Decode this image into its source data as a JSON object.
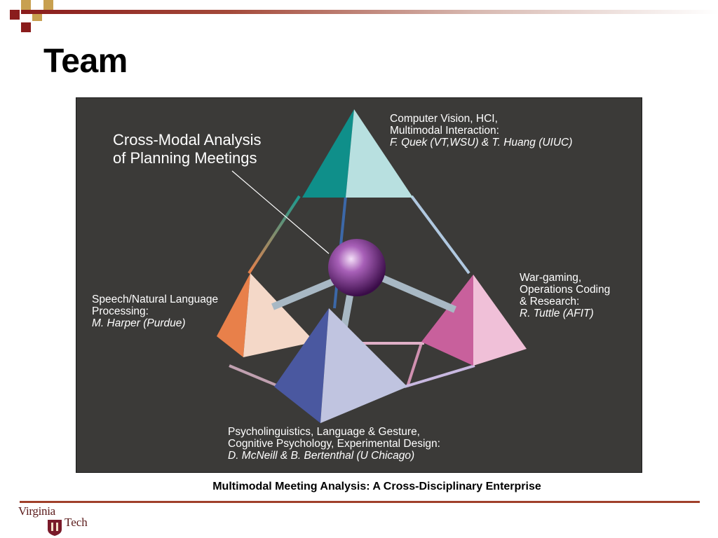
{
  "slide": {
    "title": "Team",
    "caption": "Multimodal Meeting Analysis: A Cross-Disciplinary Enterprise"
  },
  "diagram": {
    "center_label_line1": "Cross-Modal Analysis",
    "center_label_line2": "of Planning Meetings",
    "top": {
      "line1": "Computer Vision, HCI,",
      "line2": "Multimodal Interaction:",
      "people": "F. Quek (VT,WSU) & T. Huang (UIUC)"
    },
    "left": {
      "line1": "Speech/Natural Language",
      "line2": "Processing:",
      "people": "M. Harper (Purdue)"
    },
    "right": {
      "line1": "War-gaming,",
      "line2": "Operations Coding",
      "line3": "& Research:",
      "people": "R. Tuttle (AFIT)"
    },
    "bottom": {
      "line1": "Psycholinguistics, Language & Gesture,",
      "line2": "Cognitive Psychology, Experimental Design:",
      "people": "D. McNeill & B. Bertenthal (U Chicago)"
    }
  },
  "logo": {
    "word1": "Virginia",
    "word2": "Tech"
  },
  "colors": {
    "accent_dark_red": "#8a1c1c",
    "accent_gold": "#c8a050",
    "figure_bg": "#3b3a38",
    "teal": "#0f8f8a",
    "light_teal": "#b8e0e0",
    "orange": "#e8804a",
    "peach": "#f4d8c8",
    "blue": "#4a58a0",
    "lavender": "#c0c4e0",
    "magenta": "#c8609c",
    "pink": "#f0c0d8",
    "sphere": "#8a3a9a"
  }
}
